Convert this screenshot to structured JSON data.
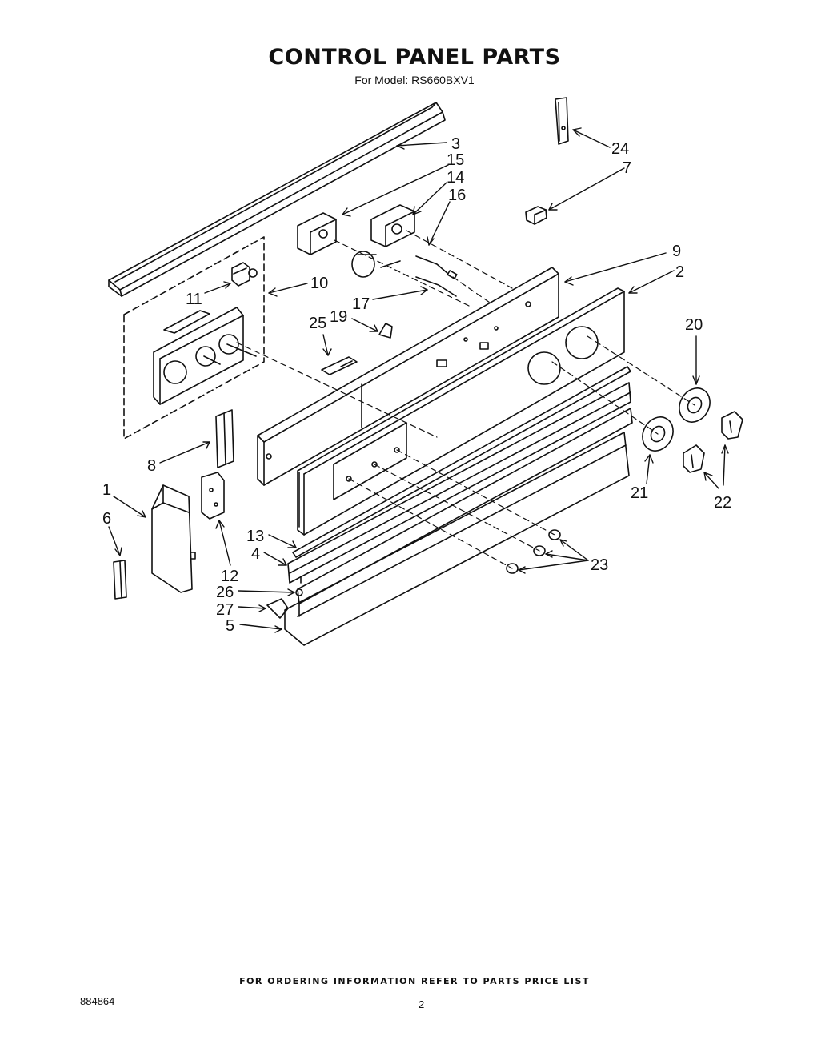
{
  "header": {
    "title": "CONTROL PANEL PARTS",
    "model_line": "For Model: RS660BXV1"
  },
  "callouts": {
    "p1": "1",
    "p2": "2",
    "p3": "3",
    "p4": "4",
    "p5": "5",
    "p6": "6",
    "p7": "7",
    "p8": "8",
    "p9": "9",
    "p10": "10",
    "p11": "11",
    "p12": "12",
    "p13": "13",
    "p14": "14",
    "p15": "15",
    "p16": "16",
    "p17": "17",
    "p19": "19",
    "p20": "20",
    "p21": "21",
    "p22": "22",
    "p23": "23",
    "p24": "24",
    "p25": "25",
    "p26": "26",
    "p27": "27"
  },
  "footer": {
    "ordering_note": "FOR ORDERING INFORMATION REFER TO PARTS PRICE LIST",
    "document_number": "884864",
    "page_number": "2"
  }
}
